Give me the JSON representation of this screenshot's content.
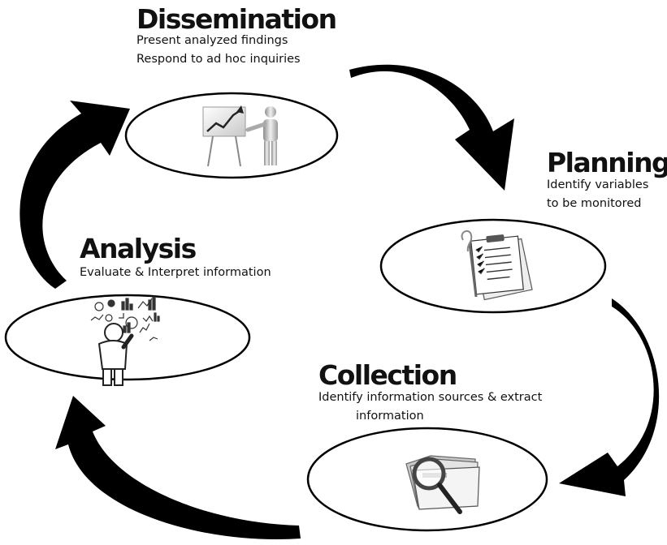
{
  "stages": [
    {
      "key": "dissemination",
      "title": "Dissemination",
      "lines": [
        "Present analyzed findings",
        "Respond to ad hoc inquiries"
      ],
      "icon": "presenter-chart-icon"
    },
    {
      "key": "planning",
      "title": "Planning",
      "lines": [
        "Identify variables",
        "to be monitored"
      ],
      "icon": "clipboard-checklist-icon"
    },
    {
      "key": "collection",
      "title": "Collection",
      "lines": [
        "Identify information sources & extract",
        "information"
      ],
      "icon": "folder-magnifier-icon"
    },
    {
      "key": "analysis",
      "title": "Analysis",
      "lines": [
        "Evaluate & Interpret information"
      ],
      "icon": "analyst-charts-icon"
    }
  ],
  "flow": [
    "dissemination",
    "planning",
    "collection",
    "analysis",
    "dissemination"
  ],
  "colors": {
    "arrow": "#000000",
    "ellipse_stroke": "#000000",
    "text": "#111111"
  }
}
